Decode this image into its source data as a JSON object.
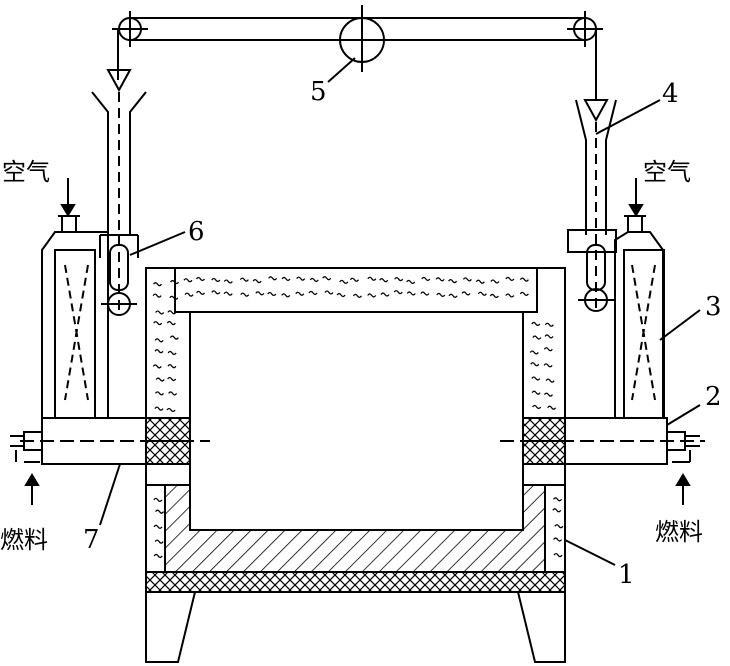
{
  "labels": {
    "air_left": "空气",
    "air_right": "空气",
    "fuel_left": "燃料",
    "fuel_right": "燃料",
    "n1": "1",
    "n2": "2",
    "n3": "3",
    "n4": "4",
    "n5": "5",
    "n6": "6",
    "n7": "7"
  },
  "colors": {
    "ink": "#000000",
    "paper": "#ffffff"
  }
}
